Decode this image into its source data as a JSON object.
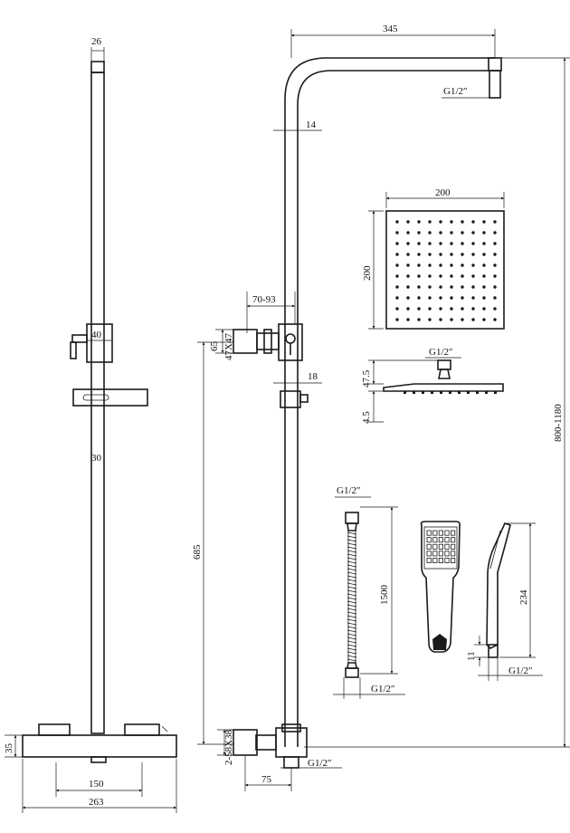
{
  "labels": {
    "d26": "26",
    "d40": "40",
    "d30": "30",
    "d35": "35",
    "d150": "150",
    "d263": "263",
    "d345": "345",
    "g12_top": "G1/2″",
    "d14": "14",
    "d200w": "200",
    "d200h": "200",
    "d70_93": "70-93",
    "d65": "65",
    "d47x47": "47X47",
    "g12_head": "G1/2″",
    "d47_5": "47.5",
    "d4_5": "4.5",
    "d18": "18",
    "d800_1180": "800-1180",
    "d685": "685",
    "g12_hose_top": "G1/2″",
    "d1500": "1500",
    "g12_hose_bottom": "G1/2″",
    "d234": "234",
    "d11": "11",
    "g12_hand": "G1/2″",
    "d2_58x38": "2-58X38",
    "d75": "75",
    "g12_base": "G1/2″"
  }
}
